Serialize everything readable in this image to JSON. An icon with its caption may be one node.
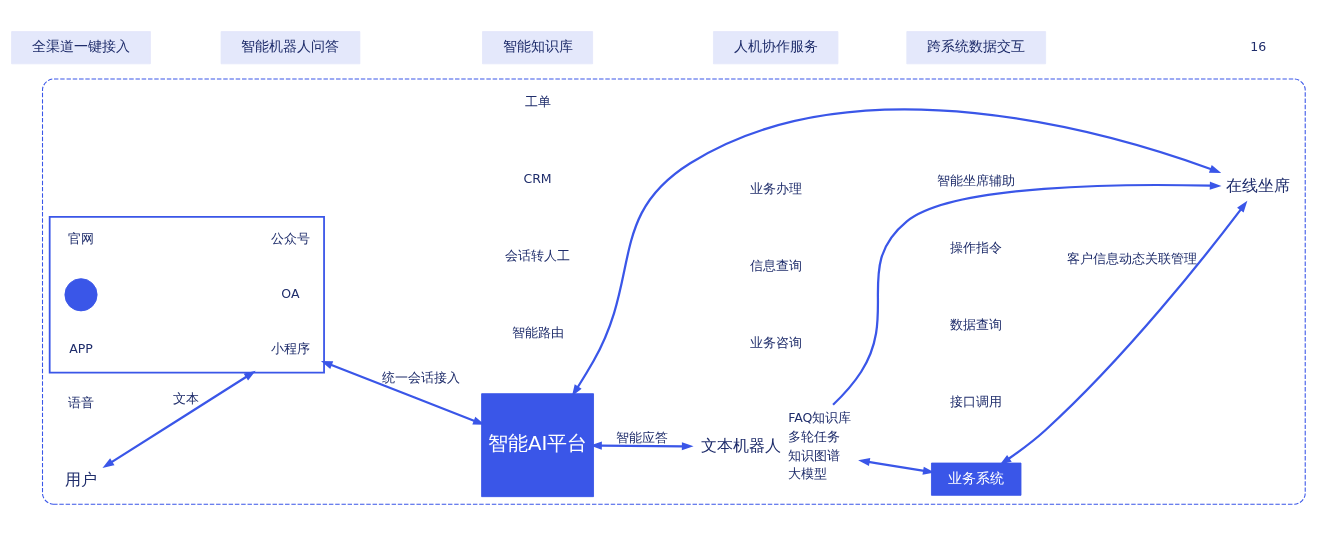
{
  "diagram": {
    "nodes": [
      {
        "text": [],
        "shape": "box"
      },
      {
        "text": [
          "用户"
        ],
        "in": 0
      },
      {
        "text": [],
        "shape": "box",
        "in": 0
      },
      {
        "text": [
          "官网"
        ],
        "in": 2
      },
      {
        "text": [
          "公众号"
        ],
        "in": 2
      },
      {
        "text": [
          "APP"
        ],
        "in": 2
      },
      {
        "text": [
          "小程序"
        ],
        "in": 2
      },
      {
        "text": [],
        "shape": "circle",
        "in": 2
      },
      {
        "text": [
          "OA"
        ],
        "in": 2
      },
      {
        "text": [
          "智能AI平台"
        ],
        "in": 0
      },
      {
        "text": [
          "文本机器人"
        ],
        "beside": [
          "FAQ知识库",
          "多轮任务",
          "知识图谱",
          "大模型"
        ],
        "in": 0
      },
      {
        "text": [
          "业务系统"
        ],
        "in": 0
      },
      {
        "text": [
          "在线坐席"
        ],
        "in": 0
      },
      {
        "text": [
          "全渠道一键接入"
        ]
      },
      {
        "text": [
          "智能机器人问答"
        ]
      },
      {
        "text": [
          "智能知识库"
        ]
      },
      {
        "text": [
          "人机协作服务"
        ]
      },
      {
        "text": [
          "跨系统数据交互"
        ]
      }
    ],
    "edges": [
      {
        "from": 1,
        "to": 2,
        "arrow": "both",
        "label": "文本"
      },
      {
        "from": 2,
        "to": 9,
        "arrow": "both",
        "label": "统一会话接入"
      },
      {
        "from": 9,
        "to": 10,
        "arrow": "both",
        "label": "智能应答"
      },
      {
        "from": 10,
        "to": 11,
        "arrow": "both"
      },
      {
        "from": 9,
        "to": 12,
        "arrow": "both"
      },
      {
        "from": 11,
        "to": 12,
        "arrow": "both",
        "label": "客户信息动态关联管理"
      },
      {
        "from": 10,
        "to": 12,
        "arrow": "to",
        "label": "智能坐席辅助"
      }
    ],
    "labels": [
      "语音",
      "业务咨询",
      "信息查询",
      "业务办理",
      "接口调用",
      "数据查询",
      "操作指令",
      "智能路由",
      "会话转人工",
      "CRM",
      "工单",
      "16"
    ]
  }
}
